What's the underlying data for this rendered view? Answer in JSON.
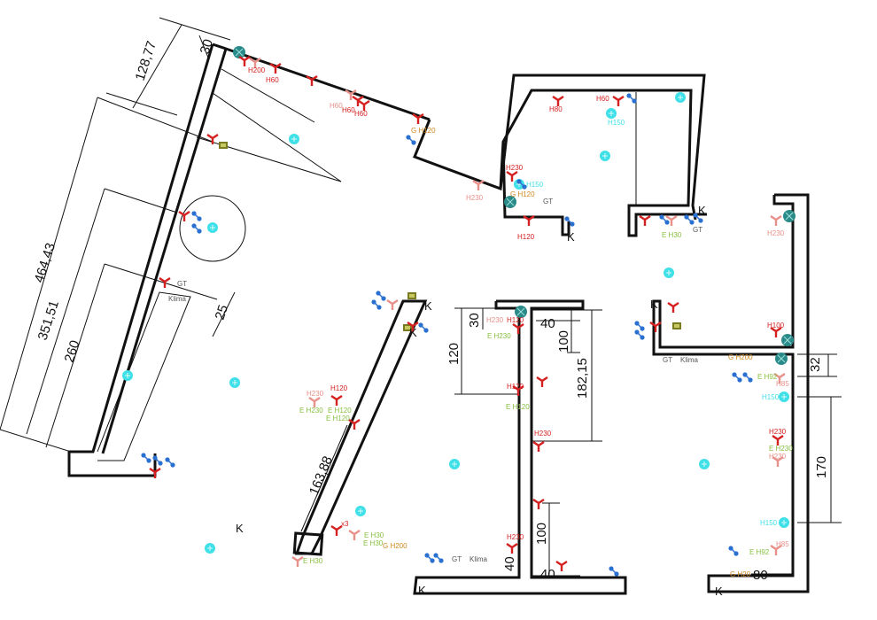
{
  "colors": {
    "wall": "#111111",
    "socket_red": "#d42020",
    "socket_pink": "#e8908a",
    "label_green": "#88c040",
    "label_orange": "#d08820",
    "label_grey": "#555555",
    "light_cyan": "#40e0e8",
    "teal_fixture": "#2a8a88",
    "blue_connector": "#2a70d0",
    "olive_box": "#7a7a20"
  },
  "dimensions": {
    "d12877": "128,77",
    "d30a": "30",
    "d46443": "464,43",
    "d35151": "351,51",
    "d260": "260",
    "d25": "25",
    "d16388": "163,88",
    "d30b": "30",
    "d120": "120",
    "d40a": "40",
    "d100a": "100",
    "d18215": "182,15",
    "d100b": "100",
    "d40b": "40",
    "d40c": "40",
    "d32": "32",
    "d170": "170",
    "d80": "80"
  },
  "labels": {
    "h200": "H200",
    "h60a": "H60",
    "h60b": "H60",
    "h60c": "H60",
    "h60d": "H60",
    "g_h120a": "G H120",
    "gt1": "GT",
    "klima1": "Klima",
    "h80": "H80",
    "h60e": "H60",
    "h150a": "H150",
    "h230a": "H230",
    "h150b": "H150",
    "g_h120b": "G H120",
    "h230b": "H230",
    "gt2": "GT",
    "h120a": "H120",
    "e_h30a": "E H30",
    "gt3": "GT",
    "h230c": "H230",
    "h100": "H100",
    "gt4": "GT",
    "klima2": "Klima",
    "g_h200a": "G H200",
    "e_h92a": "E H92",
    "h85a": "H85",
    "h150c": "H150",
    "h230d": "H230",
    "e_h230a": "E H230",
    "h230e": "H230",
    "h150d": "H150",
    "h85b": "H85",
    "e_h92b": "E H92",
    "g_h20": "G H20",
    "h230f": "H230",
    "e_h230b": "E H230",
    "h120b": "H120",
    "h120c": "H120",
    "e_h120a": "E H120",
    "h230g": "H230",
    "h120d": "H120",
    "e_h230c": "E H230",
    "e_h120b": "E H120",
    "e_h120c": "E H120",
    "h230h": "H230",
    "x3": "x3",
    "e_h30b": "E H30",
    "e_h30c": "E H30",
    "g_h200b": "G H200",
    "e_h30d": "E H30",
    "h230i": "H230",
    "gt5": "GT",
    "klima3": "Klima"
  },
  "k_marks": {
    "k1": "K",
    "k2": "K",
    "k3": "K",
    "k4": "K",
    "k5": "K",
    "k6": "K",
    "k7": "K",
    "k8": "K"
  }
}
